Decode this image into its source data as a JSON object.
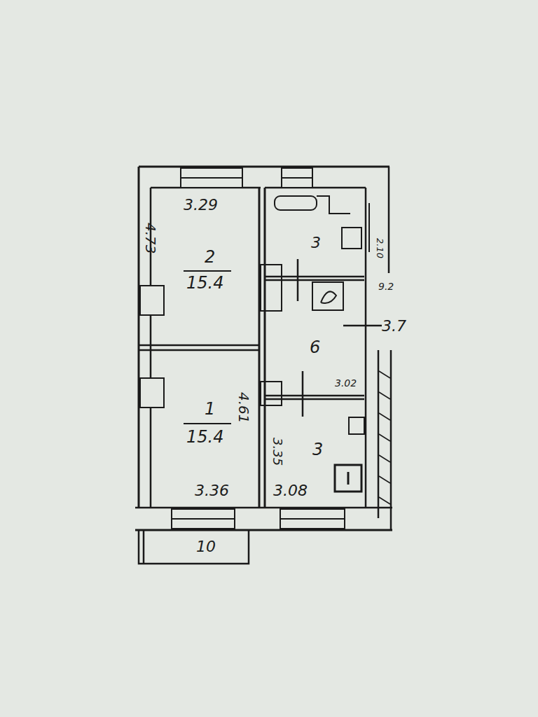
{
  "diagram": {
    "labels": [
      "3.29",
      "4.73",
      "2",
      "15.4",
      "3",
      "2.10",
      "9.2",
      "6",
      "3.7",
      "4.61",
      "3.02",
      "1",
      "15.4",
      "3.35",
      "3",
      "3.36",
      "3.08",
      "10"
    ]
  }
}
